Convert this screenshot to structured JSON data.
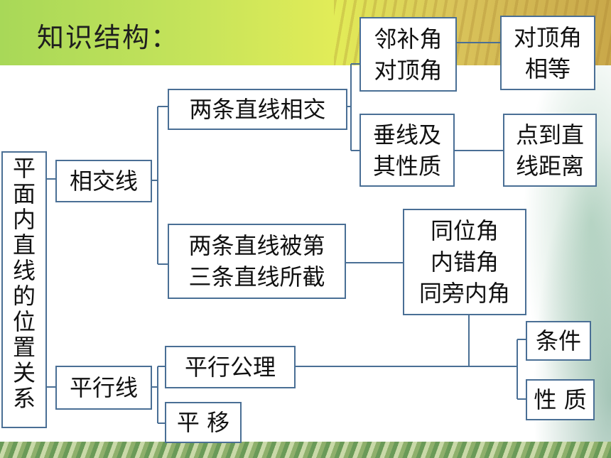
{
  "title": "知识结构：",
  "nodes": {
    "root": "平\n面\n内\n直\n线\n的\n位\n置\n关\n系",
    "intersecting": "相交线",
    "parallel": "平行线",
    "two_lines_intersect": "两条直线相交",
    "cut_by_third": "两条直线被第\n三条直线所截",
    "parallel_axiom": "平行公理",
    "translation": "平 移",
    "adjacent_vertical": "邻补角\n对顶角",
    "vertical_equal": "对顶角\n相等",
    "perpendicular": "垂线及\n其性质",
    "point_line_distance": "点到直\n线距离",
    "angles": "同位角\n内错角\n同旁内角",
    "conditions": "条件",
    "properties": "性 质"
  },
  "colors": {
    "border": "#4a6f95",
    "banner": "#c4e35a"
  }
}
